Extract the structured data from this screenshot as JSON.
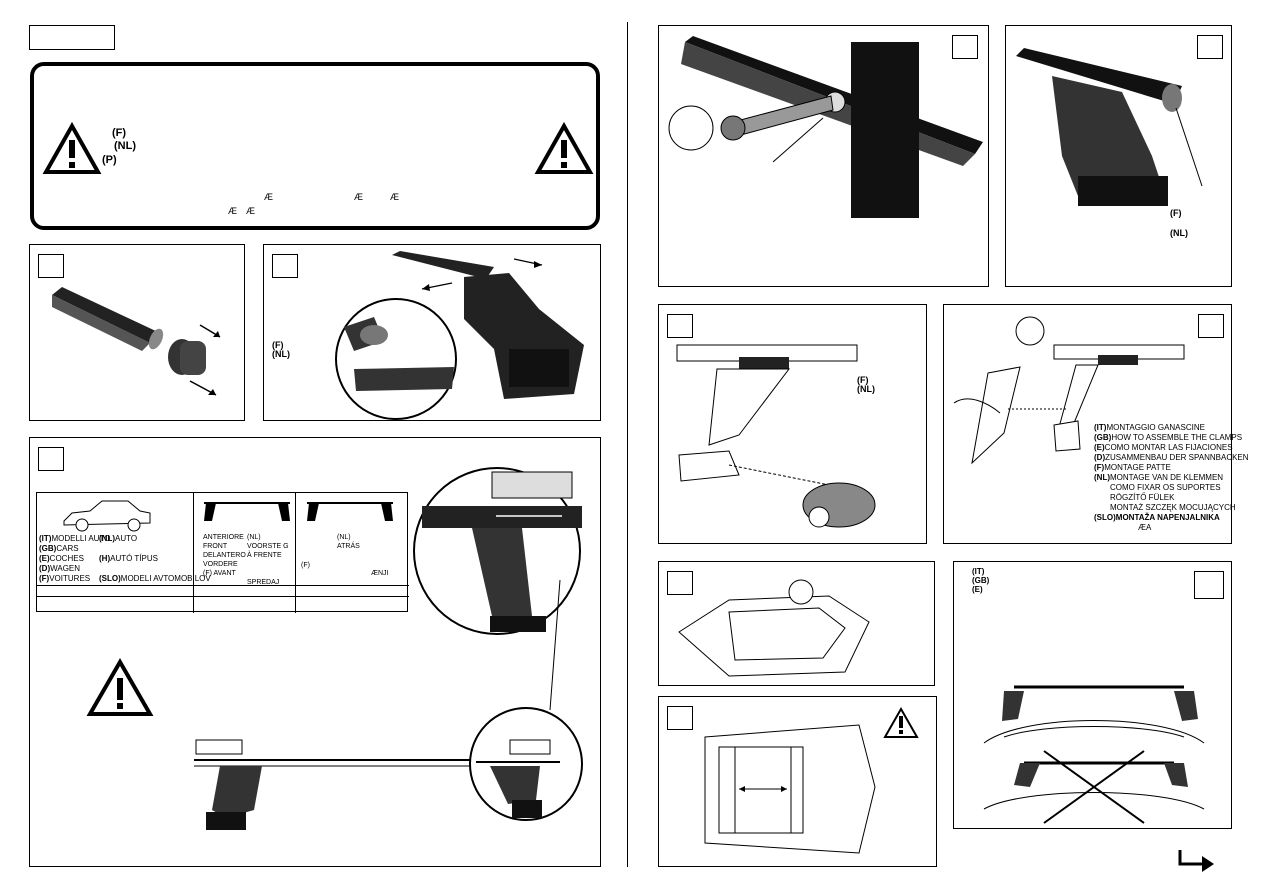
{
  "header_box": {
    "label": ""
  },
  "warning": {
    "lines": [
      "(F)",
      "(NL)",
      "(P)"
    ],
    "footnote_chars": [
      "Æ",
      "Æ",
      "Æ",
      "Æ",
      "Æ"
    ]
  },
  "step2": {
    "langs": [
      "(F)",
      "(NL)"
    ]
  },
  "step_top_right": {
    "langs": [
      "(F)",
      "(NL)"
    ]
  },
  "step_cut": {
    "langs": [
      "(F)",
      "(NL)"
    ]
  },
  "clamps": {
    "lines": [
      {
        "code": "(IT)",
        "text": "MONTAGGIO GANASCINE"
      },
      {
        "code": "(GB)",
        "text": "HOW TO ASSEMBLE THE CLAMPS"
      },
      {
        "code": "(E)",
        "text": "COMO MONTAR LAS FIJACIONES"
      },
      {
        "code": "(D)",
        "text": "ZUSAMMENBAU DER SPANNBACKEN"
      },
      {
        "code": "(F)",
        "text": "MONTAGE PATTE"
      },
      {
        "code": "(NL)",
        "text": "MONTAGE VAN DE KLEMMEN"
      },
      {
        "code": "",
        "text": "COMO FIXAR OS SUPORTES"
      },
      {
        "code": "",
        "text": "RÖGZÍTŐ FÜLEK"
      },
      {
        "code": "",
        "text": "MONTAŻ SZCZĘK MOCUJĄCYCH"
      },
      {
        "code": "(SLO)",
        "text": "MONTAŽA NAPENJALNIKA"
      },
      {
        "code": "",
        "text": "ÆA"
      }
    ]
  },
  "final": {
    "langs": [
      "(IT)",
      "(GB)",
      "(E)"
    ]
  },
  "table": {
    "col1": [
      {
        "code": "(IT)",
        "text": "MODELLI AUTO"
      },
      {
        "code": "(GB)",
        "text": "CARS"
      },
      {
        "code": "(E)",
        "text": "COCHES"
      },
      {
        "code": "(D)",
        "text": "WAGEN"
      },
      {
        "code": "(F)",
        "text": "VOITURES"
      }
    ],
    "col1b": [
      {
        "code": "(NL)",
        "text": "AUTO"
      },
      {
        "code": "(H)",
        "text": "AUTÓ TÍPUS"
      },
      {
        "code": "(SLO)",
        "text": "MODELI AVTOMOBILOV"
      }
    ],
    "col2": [
      "ANTERIORE",
      "FRONT",
      "DELANTERO",
      "VORDERE",
      "(F) AVANT"
    ],
    "col2b": [
      "(NL) VOORSTE G",
      "À FRENTE",
      "SPREDAJ"
    ],
    "col3": [
      "(NL)",
      "ATRÁS",
      "(F)",
      "ÆNJI"
    ]
  }
}
